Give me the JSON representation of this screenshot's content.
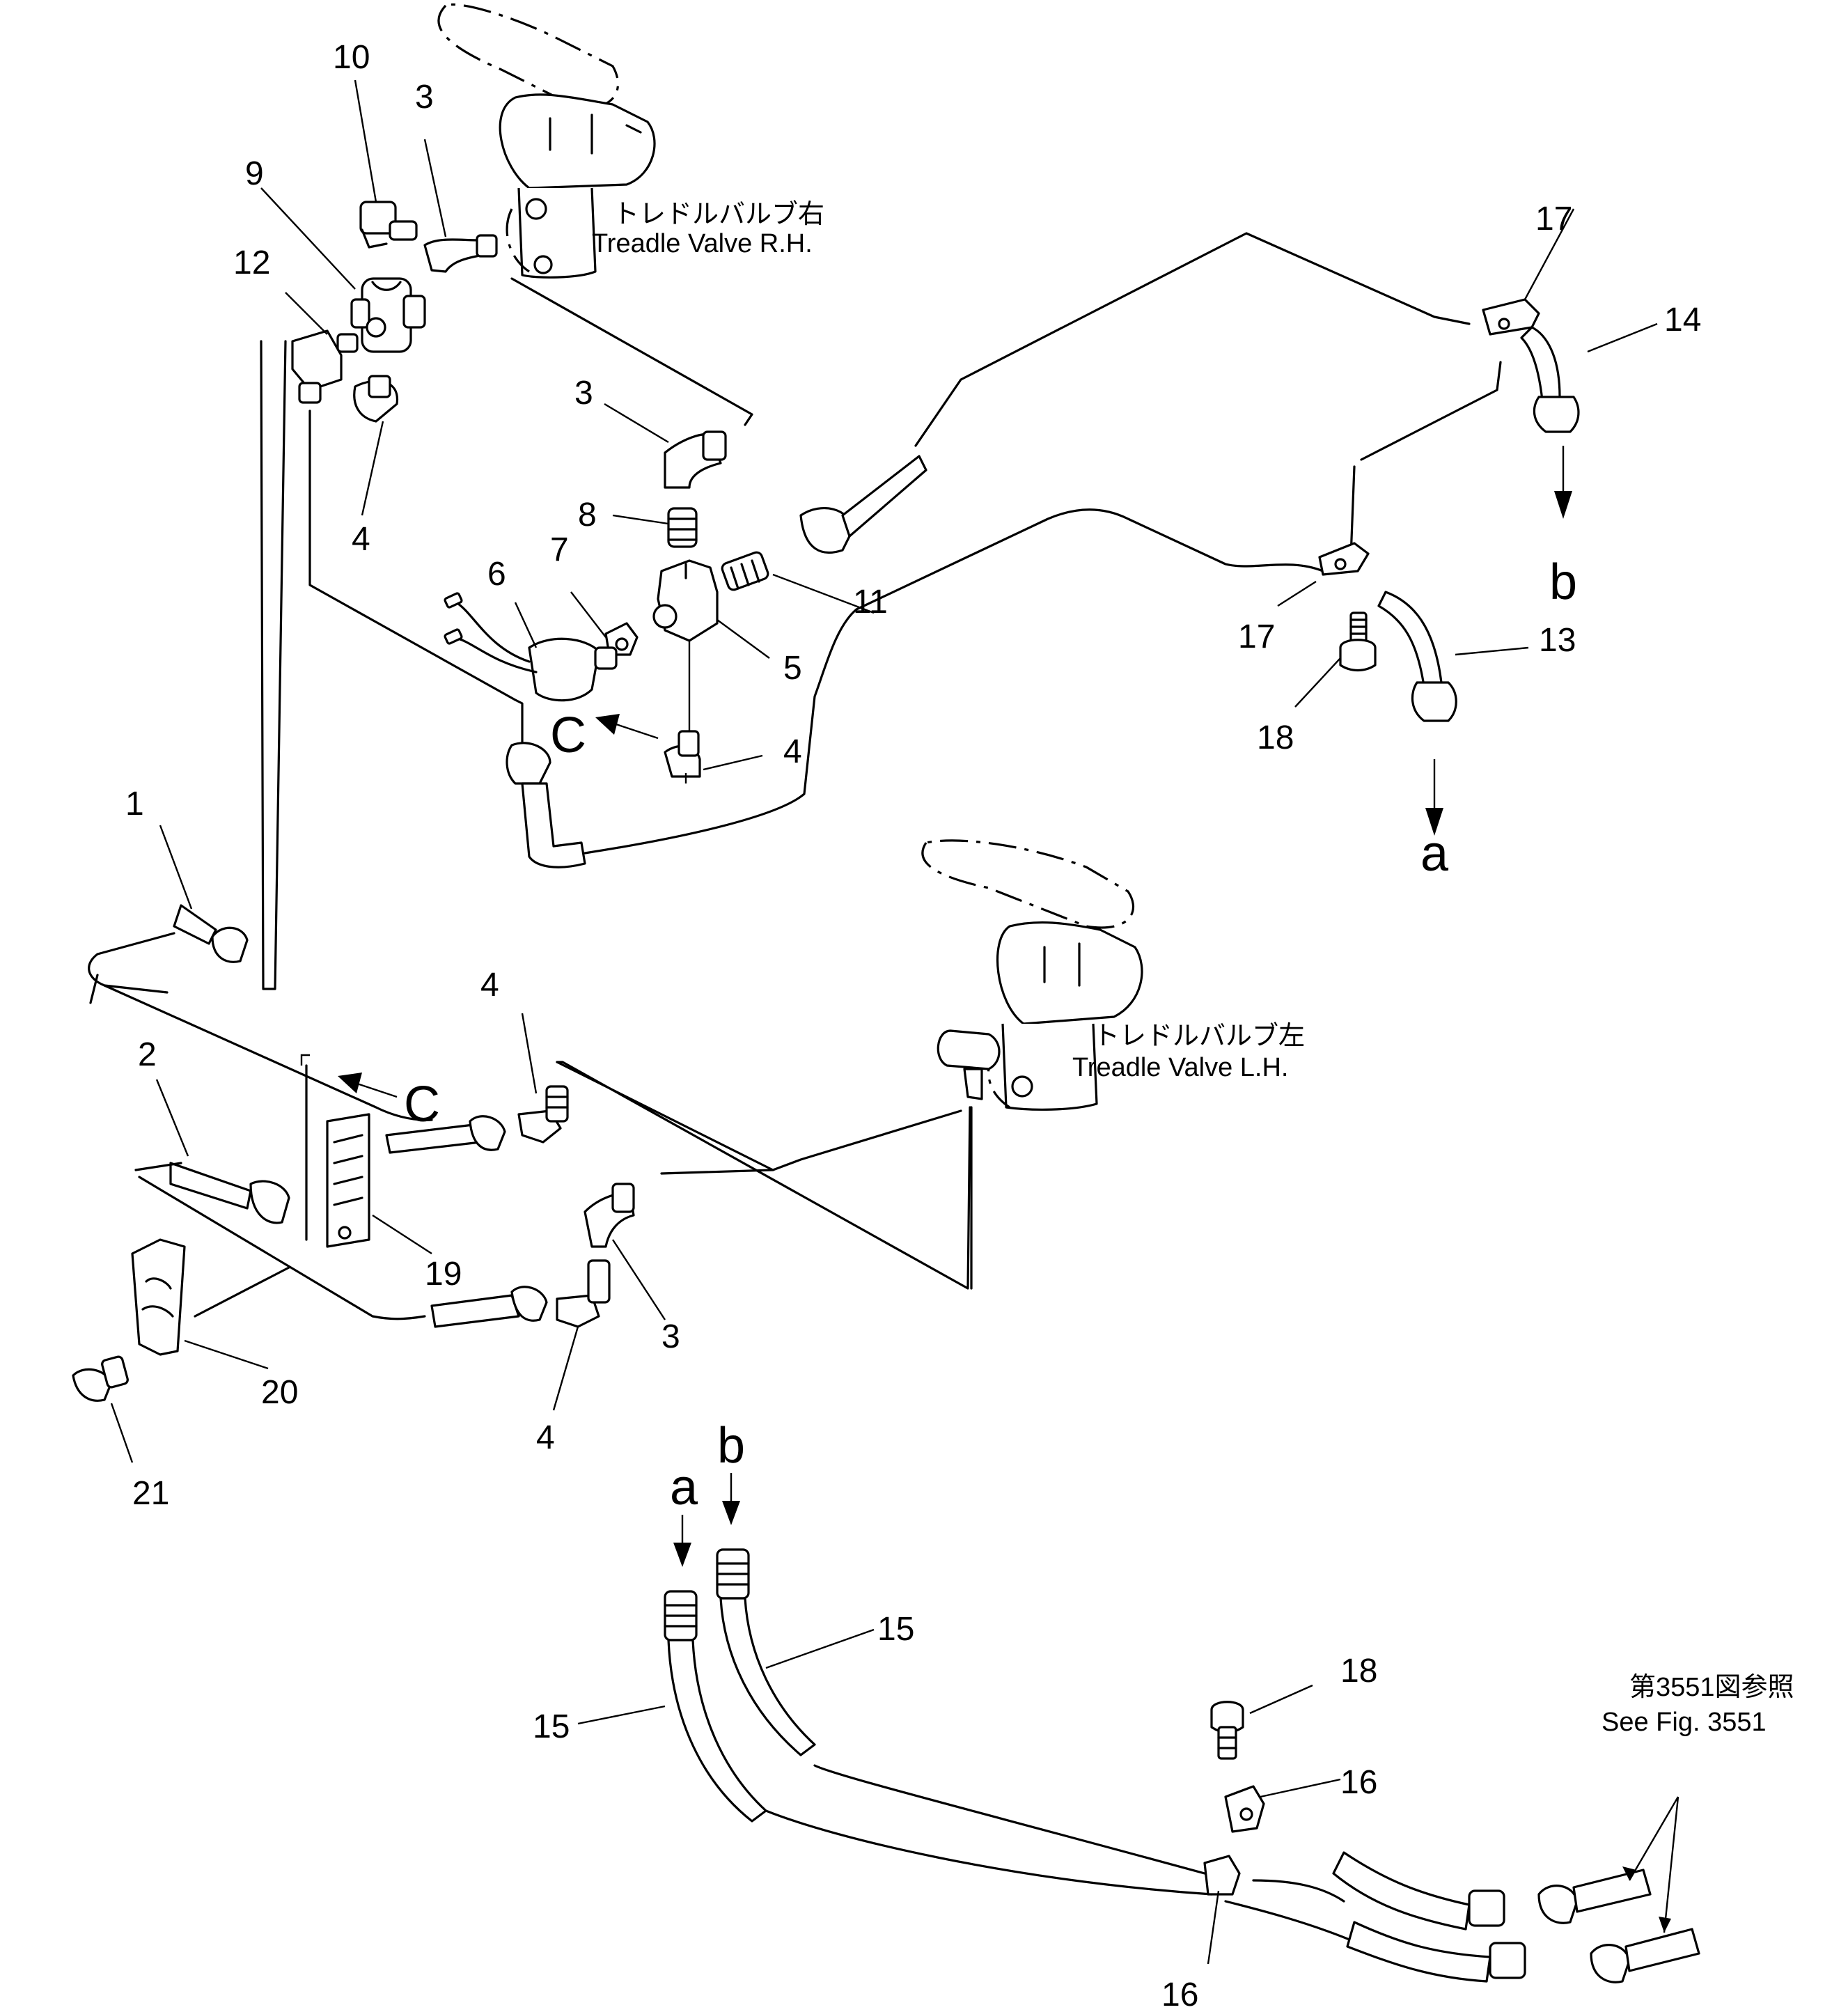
{
  "callouts": {
    "n1": "1",
    "n2": "2",
    "n3a": "3",
    "n3b": "3",
    "n3c": "3",
    "n4a": "4",
    "n4b": "4",
    "n4c": "4",
    "n4d": "4",
    "n5": "5",
    "n6": "6",
    "n7": "7",
    "n8": "8",
    "n9": "9",
    "n10": "10",
    "n11": "11",
    "n12": "12",
    "n13": "13",
    "n14": "14",
    "n15a": "15",
    "n15b": "15",
    "n16a": "16",
    "n16b": "16",
    "n17a": "17",
    "n17b": "17",
    "n18a": "18",
    "n18b": "18",
    "n19": "19",
    "n20": "20",
    "n21": "21"
  },
  "flow_marks": {
    "c_upper": "C",
    "c_lower": "C",
    "a_upper": "a",
    "b_upper": "b",
    "a_lower": "a",
    "b_lower": "b"
  },
  "captions": {
    "valve_rh_jp": "トレドルバルブ右",
    "valve_rh": "Treadle Valve R.H.",
    "valve_lh_jp": "トレドルバルブ左",
    "valve_lh": "Treadle Valve L.H.",
    "see_fig_jp": "第3551図参照",
    "see_fig": "See Fig. 3551"
  }
}
